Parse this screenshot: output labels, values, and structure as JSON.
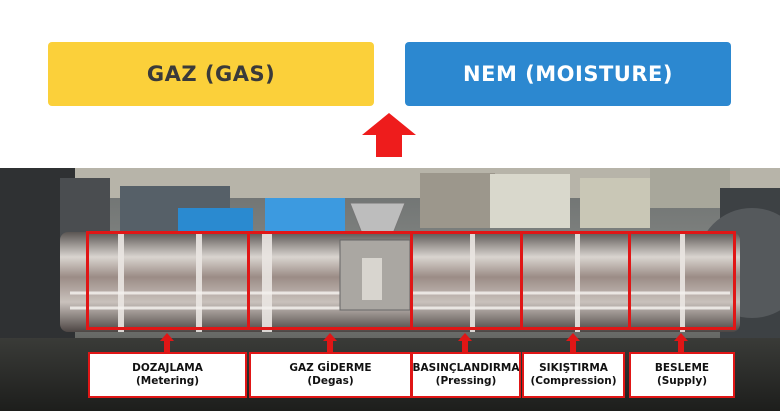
{
  "buttons": {
    "gas": "GAZ (GAS)",
    "moisture": "NEM (MOISTURE)"
  },
  "colors": {
    "gas_button": "#fbd03a",
    "moisture_button": "#2c88d0",
    "accent_red": "#e01616"
  },
  "zones": [
    {
      "tr": "DOZAJLAMA",
      "en": "(Metering)"
    },
    {
      "tr": "GAZ GİDERME",
      "en": "(Degas)"
    },
    {
      "tr": "BASINÇLANDIRMA",
      "en": "(Pressing)"
    },
    {
      "tr": "SIKIŞTIRMA",
      "en": "(Compression)"
    },
    {
      "tr": "BESLEME",
      "en": "(Supply)"
    }
  ]
}
